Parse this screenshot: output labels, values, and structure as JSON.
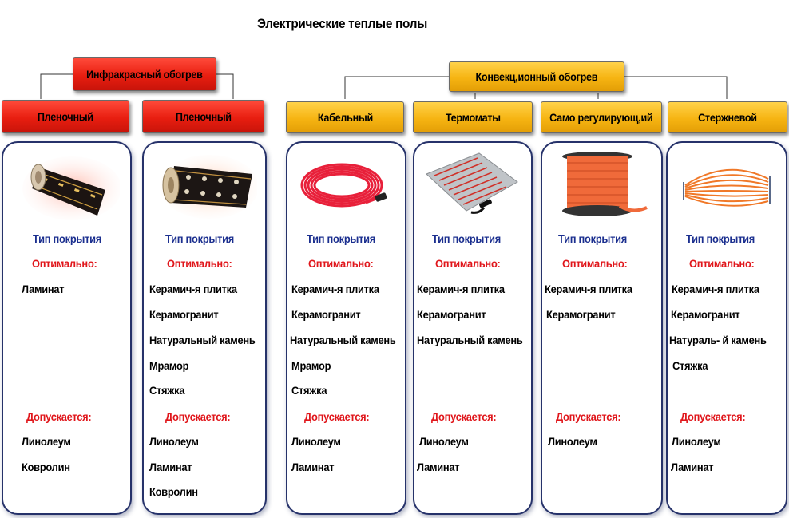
{
  "title": "Электрические теплые полы",
  "groups": {
    "infrared": "Инфракрасный обогрев",
    "convection": "Конвекц,ионный обогрев"
  },
  "columns": [
    {
      "header": "Пленочный",
      "color": "#e81e10",
      "type_label": "Тип покрытия",
      "optimal_label": "Оптимально:",
      "optimal": [
        "Ламинат"
      ],
      "allowed_label": "Допускается:",
      "allowed": [
        "Линолеум",
        "Ковролин"
      ]
    },
    {
      "header": "Пленочный",
      "color": "#e81e10",
      "type_label": "Тип покрытия",
      "optimal_label": "Оптимально:",
      "optimal": [
        "Керамич-я плитка",
        "Керамогранит",
        "Натуральный камень",
        "Мрамор",
        "Стяжка"
      ],
      "allowed_label": "Допускается:",
      "allowed": [
        "Линолеум",
        "Ламинат",
        "Ковролин"
      ]
    },
    {
      "header": "Кабельный",
      "color": "#f6b412",
      "type_label": "Тип покрытия",
      "optimal_label": "Оптимально:",
      "optimal": [
        "Керамич-я плитка",
        "Керамогранит",
        "Натуральный камень",
        "Мрамор",
        "Стяжка"
      ],
      "allowed_label": "Допускается:",
      "allowed": [
        "Линолеум",
        "Ламинат"
      ]
    },
    {
      "header": "Термоматы",
      "color": "#f6b412",
      "type_label": "Тип покрытия",
      "optimal_label": "Оптимально:",
      "optimal": [
        "Керамич-я плитка",
        "Керамогранит",
        "Натуральный камень"
      ],
      "allowed_label": "Допускается:",
      "allowed": [
        "Линолеум",
        "Ламинат"
      ]
    },
    {
      "header": "Само регулирующ,ий",
      "color": "#f6b412",
      "type_label": "Тип покрытия",
      "optimal_label": "Оптимально:",
      "optimal": [
        "Керамич-я плитка",
        "Керамогранит"
      ],
      "allowed_label": "Допускается:",
      "allowed": [
        "Линолеум"
      ]
    },
    {
      "header": "Стержневой",
      "color": "#f6b412",
      "type_label": "Тип покрытия",
      "optimal_label": "Оптимально:",
      "optimal": [
        "Керамич-я плитка",
        "Керамогранит",
        "Натураль- й камень",
        "Стяжка"
      ],
      "allowed_label": "Допускается:",
      "allowed": [
        "Линолеум",
        "Ламинат"
      ]
    }
  ],
  "images": [
    "film-roll-image",
    "film-roll-image",
    "cable-coil-image",
    "heating-mat-image",
    "cable-reel-image",
    "rod-bundle-image"
  ],
  "colors": {
    "red": "#e81e10",
    "yellow": "#f6b412",
    "card_border": "#26326a",
    "type_label": "#1b2f8f",
    "accent_label": "#e0161b"
  }
}
